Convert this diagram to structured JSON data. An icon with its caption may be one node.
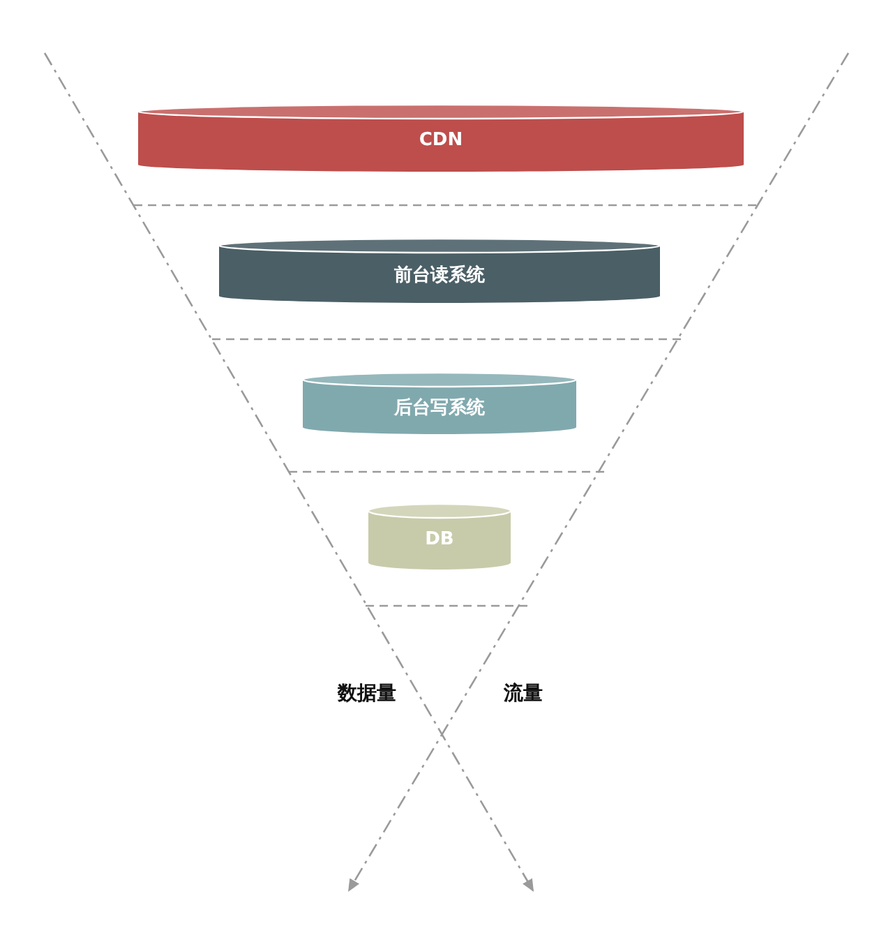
{
  "diagram": {
    "nodes": [
      {
        "text": [
          "CDN"
        ]
      },
      {
        "text": [
          "前台读系统"
        ]
      },
      {
        "text": [
          "后台写系统"
        ]
      },
      {
        "text": [
          "DB"
        ]
      }
    ],
    "labels": [
      "数据量",
      "流量"
    ]
  }
}
